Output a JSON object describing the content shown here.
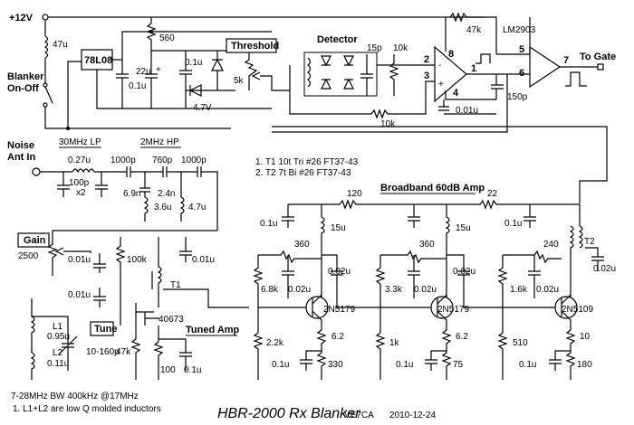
{
  "title": "HBR-2000  Rx Blanker",
  "author": "VE7CA",
  "date": "2010-12-24",
  "notes": {
    "bw": "7-28MHz BW 400kHz @17MHz",
    "inductors": "1. L1+L2 are low Q molded inductors",
    "t1": "1. T1 10t Tri #26 FT37-43",
    "t2": "2. T2 7t Bi #26 FT37-43"
  },
  "power": {
    "supply": "+12V",
    "switch": "Blanker On-Off",
    "regulator": "78L08"
  },
  "io": {
    "input_line1": "Noise",
    "input_line2": "Ant In",
    "output": "To Gate"
  },
  "sections": {
    "lp": "30MHz LP",
    "hp": "2MHz HP",
    "amp": "Broadband 60dB Amp",
    "detector": "Detector",
    "threshold": "Threshold",
    "gain": "Gain",
    "tune": "Tune",
    "tuned_amp": "Tuned Amp",
    "comparator": "LM2903"
  },
  "pins": {
    "p2": "2",
    "p3": "3",
    "p8": "8",
    "p1": "1",
    "p4": "4",
    "p5": "5",
    "p6": "6",
    "p7": "7"
  },
  "parts": {
    "l_47u": "47u",
    "r560": "560",
    "c22u": "22u",
    "c01a": "0.1u",
    "c01b": "0.1u",
    "r5k": "5k",
    "z47": "4.7V",
    "c15p": "15p",
    "r10k_a": "10k",
    "r47k_top": "47k",
    "r10k_b": "10k",
    "c001": "0.01u",
    "c150p": "150p",
    "l027": "0.27u",
    "c100p": "100p",
    "x2": "x2",
    "c1000a": "1000p",
    "c760": "760p",
    "c1000b": "1000p",
    "l69": "6.9n",
    "l36": "3.6u",
    "c24n": "2.4n",
    "l47u2": "4.7u",
    "r120": "120",
    "r22": "22",
    "c01_s1": "0.1u",
    "l15_1": "15u",
    "r360_1": "360",
    "r68k": "6.8k",
    "c002_1": "0.02u",
    "r22k": "2.2k",
    "q1": "2N5179",
    "r62_1": "6.2",
    "c01_e1": "0.1u",
    "r330": "330",
    "c002_c1": "0.02u",
    "l15_2": "15u",
    "r360_2": "360",
    "r33k": "3.3k",
    "c002_2": "0.02u",
    "r1k": "1k",
    "q2": "2N5179",
    "r62_2": "6.2",
    "c01_e2": "0.1u",
    "r75": "75",
    "c002_c2": "0.02u",
    "c01_s3": "0.1u",
    "r240": "240",
    "t2": "T2",
    "r16k": "1.6k",
    "c002_3": "0.02u",
    "r510": "510",
    "q3": "2N5109",
    "r10": "10",
    "c01_e3": "0.1u",
    "r180": "180",
    "c002_out": "0.02u",
    "r2500": "2500",
    "c001_g1": "0.01u",
    "c001_g2": "0.01u",
    "c001_g3": "0.01u",
    "r100k": "100k",
    "t1": "T1",
    "q4": "40673",
    "l1": "L1",
    "l1v": "0.95u",
    "l2": "L2",
    "l2v": "0.11u",
    "vc": "10-160p",
    "r47k_s": "47k",
    "r100": "100",
    "c01_s4": "0.1u"
  }
}
